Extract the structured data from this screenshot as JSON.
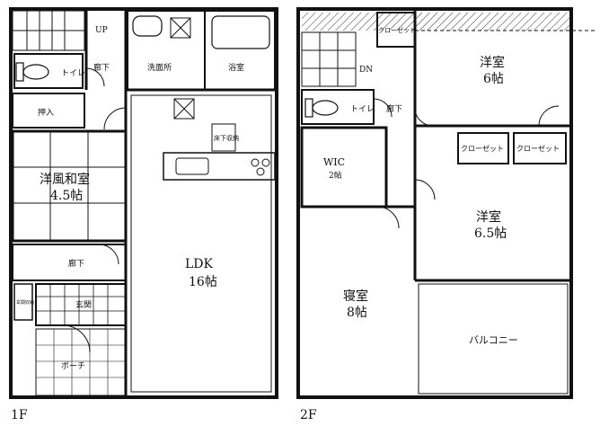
{
  "floors": [
    {
      "label": "1F"
    },
    {
      "label": "2F"
    }
  ],
  "rooms_1f": {
    "up": "UP",
    "toilet": "トイレ",
    "hall_upper": "廊下",
    "washroom": "洗面所",
    "bath": "浴室",
    "closet": "押入",
    "underfloor": "床下収納",
    "japanese_room": "洋風和室",
    "japanese_size": "4.5帖",
    "ldk": "LDK",
    "ldk_size": "16帖",
    "hall_lower": "廊下",
    "entrance": "玄関",
    "shoe_storage": "玄関収納",
    "porch": "ポーチ"
  },
  "rooms_2f": {
    "dn": "DN",
    "closet_top": "クローゼット",
    "western_6": "洋室",
    "western_6_size": "6帖",
    "toilet": "トイレ",
    "hall": "廊下",
    "wic": "WIC",
    "wic_size": "2帖",
    "closet_a": "クローゼット",
    "closet_b": "クローゼット",
    "western_65": "洋室",
    "western_65_size": "6.5帖",
    "bedroom": "寝室",
    "bedroom_size": "8帖",
    "balcony": "バルコニー"
  }
}
